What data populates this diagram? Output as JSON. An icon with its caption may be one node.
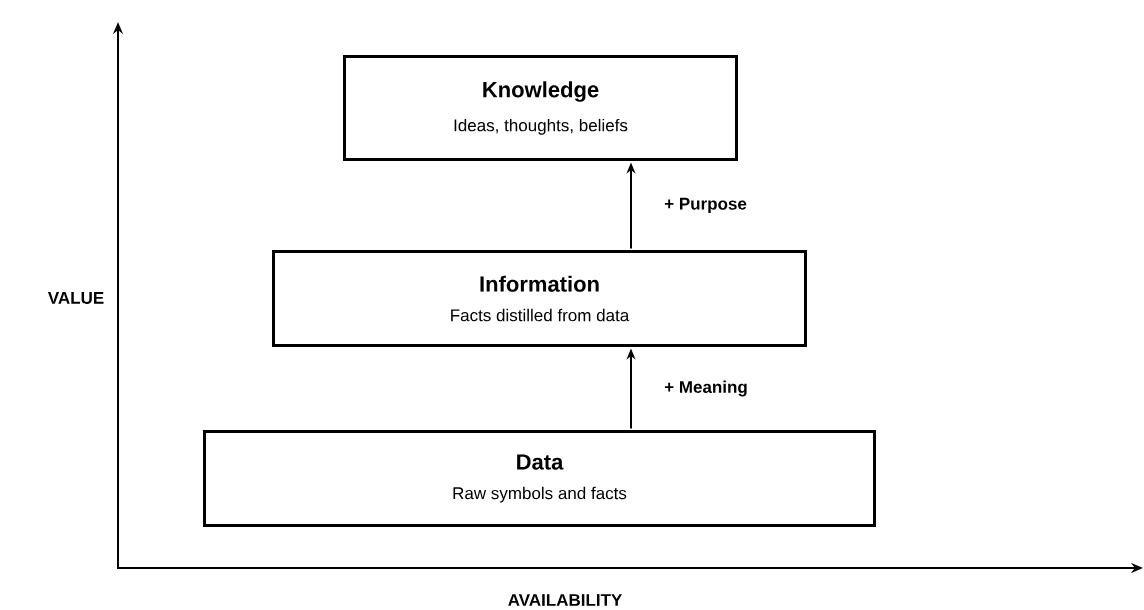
{
  "diagram": {
    "nodes": [
      {
        "text": [
          "Knowledge",
          "Ideas, thoughts, beliefs"
        ]
      },
      {
        "text": [
          "Information",
          "Facts distilled from data"
        ]
      },
      {
        "text": [
          "Data",
          "Raw symbols and facts"
        ]
      }
    ],
    "edges": [
      {
        "from": 1,
        "to": 0,
        "arrow": "to",
        "label": "+ Purpose"
      },
      {
        "from": 2,
        "to": 1,
        "arrow": "to",
        "label": "+ Meaning"
      }
    ],
    "labels": [
      "VALUE",
      "AVAILABILITY"
    ]
  }
}
